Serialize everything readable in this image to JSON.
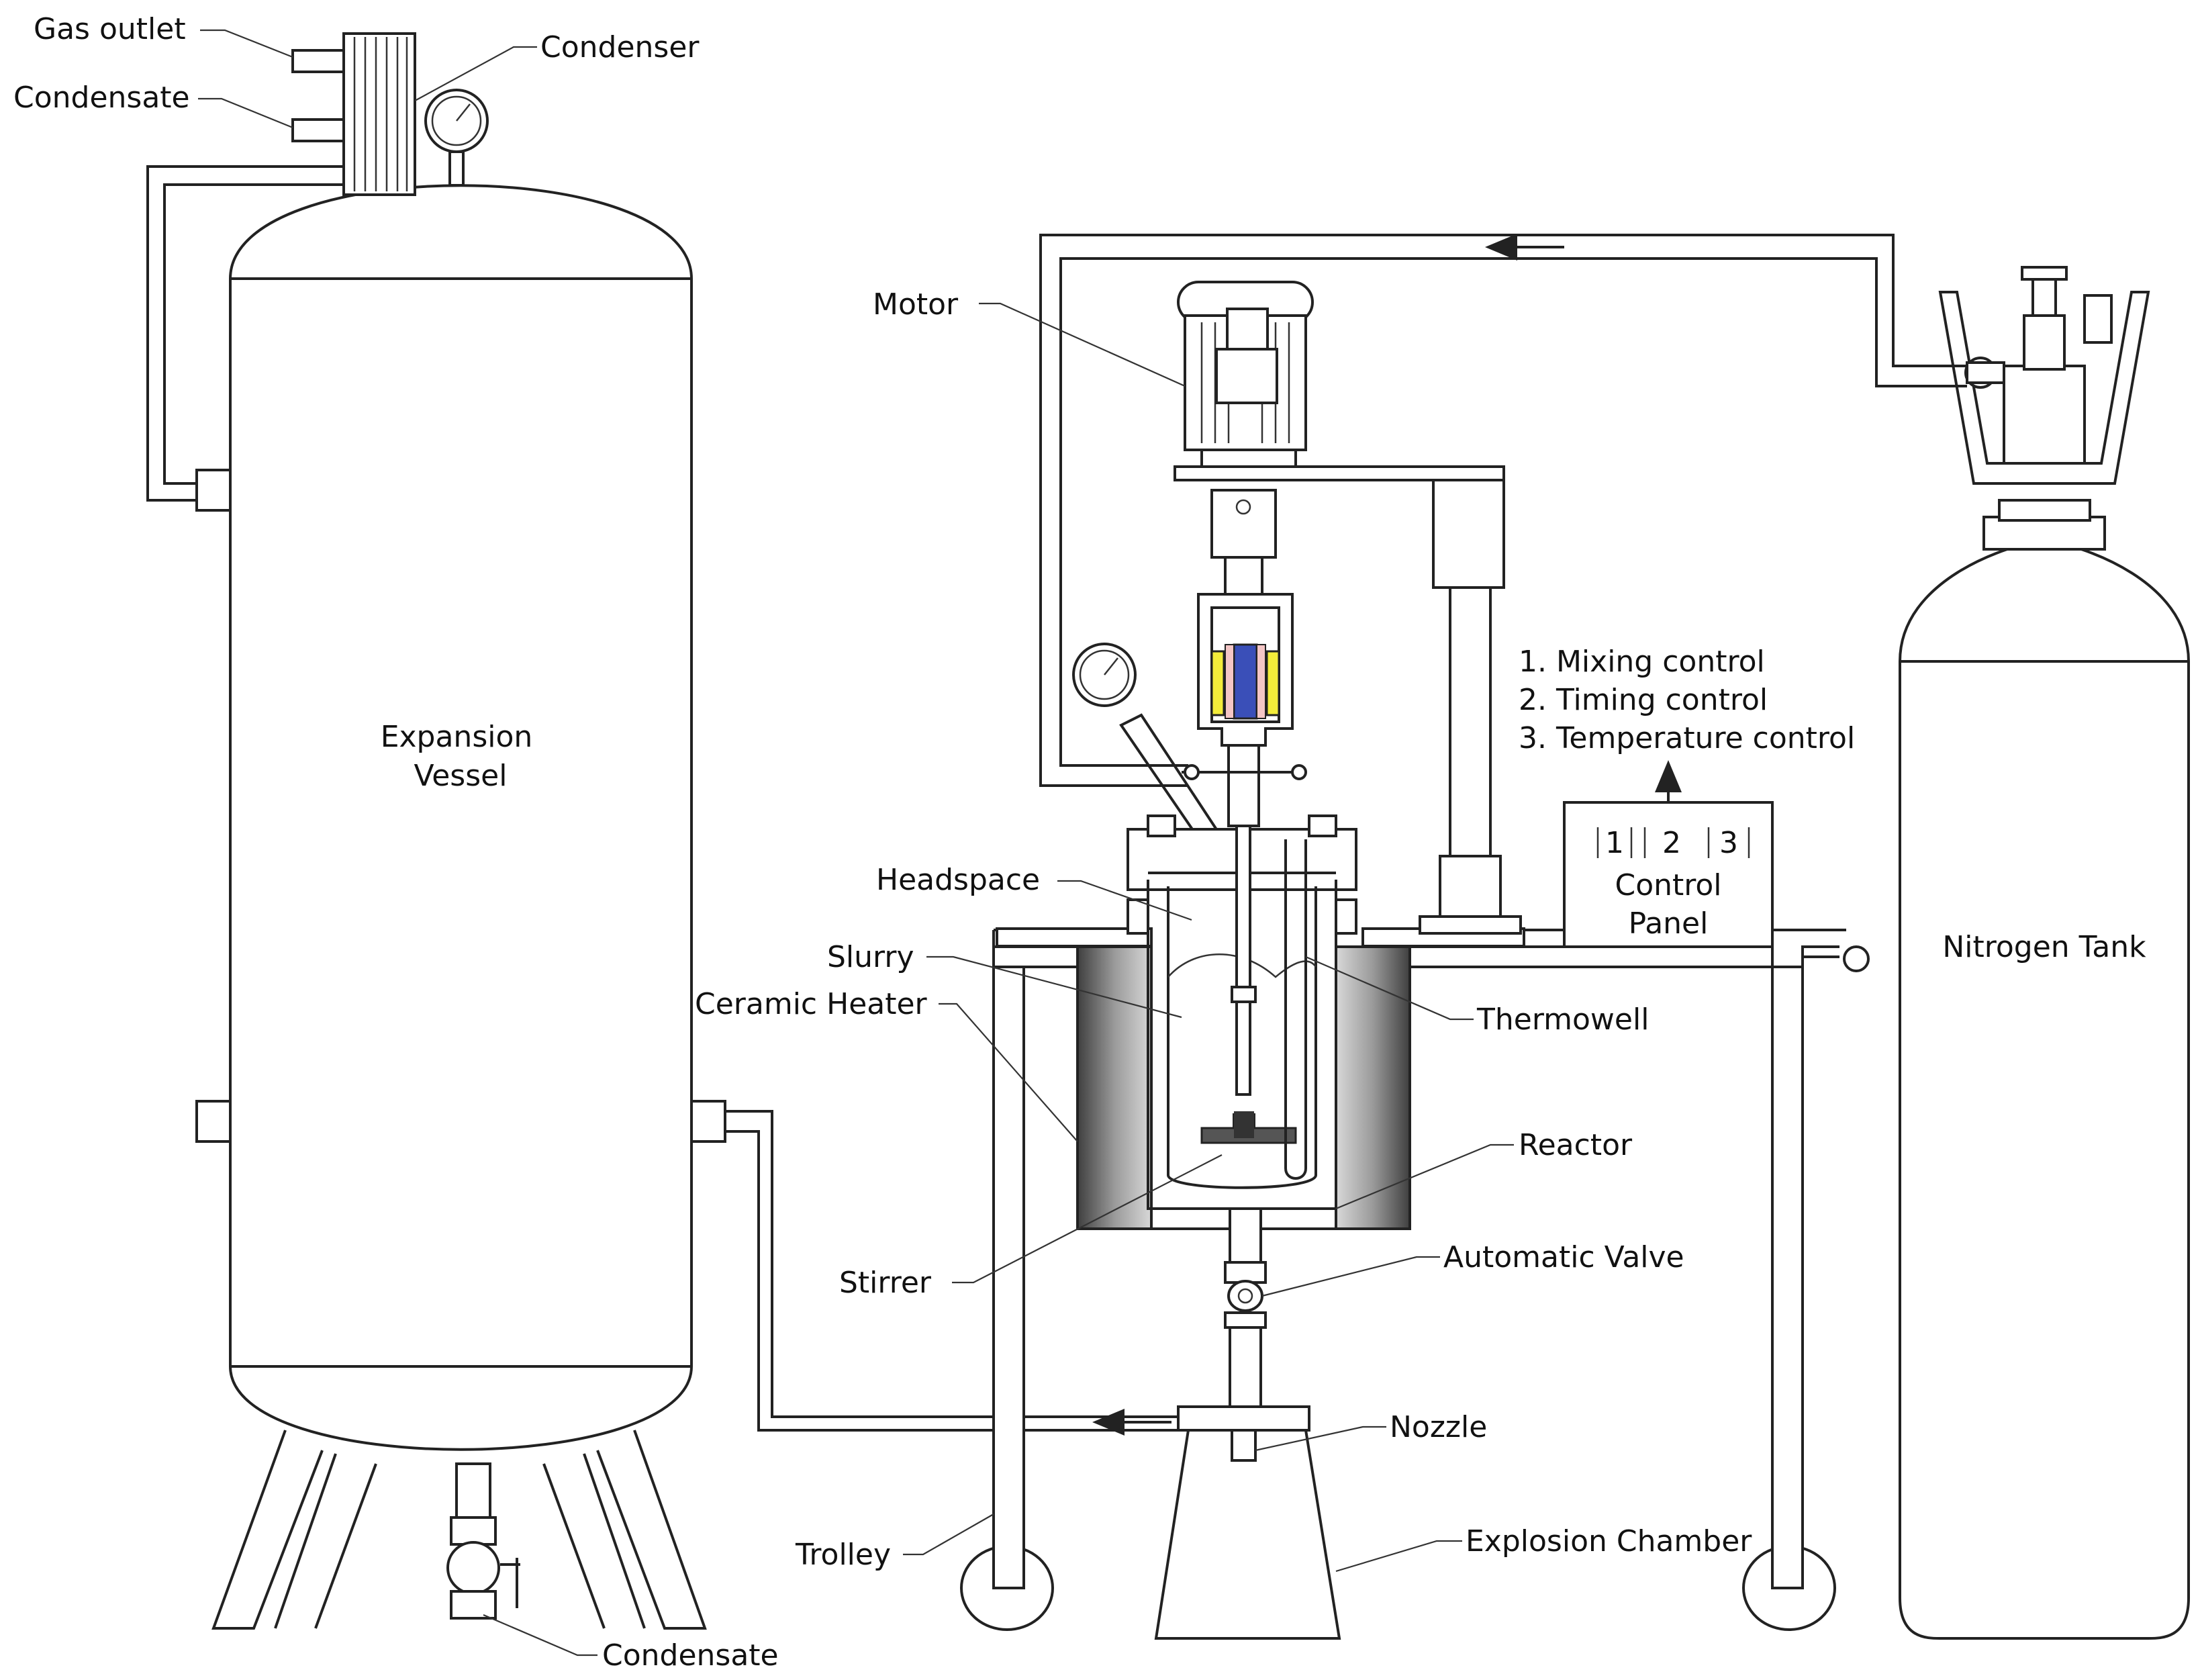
{
  "labels": {
    "gas_outlet": "Gas outlet",
    "condensate_top": "Condensate",
    "condenser": "Condenser",
    "expansion_vessel_line1": "Expansion",
    "expansion_vessel_line2": "Vessel",
    "condensate_bottom": "Condensate",
    "motor": "Motor",
    "headspace": "Headspace",
    "slurry": "Slurry",
    "ceramic_heater": "Ceramic Heater",
    "thermowell": "Thermowell",
    "reactor": "Reactor",
    "automatic_valve": "Automatic Valve",
    "stirrer": "Stirrer",
    "nozzle": "Nozzle",
    "trolley": "Trolley",
    "explosion_chamber": "Explosion Chamber",
    "nitrogen_tank": "Nitrogen Tank",
    "control_panel_line1": "Control",
    "control_panel_line2": "Panel"
  },
  "control_panel": {
    "buttons": [
      "1",
      "2",
      "3"
    ]
  },
  "control_list": [
    "1. Mixing control",
    "2. Timing control",
    "3. Temperature control"
  ],
  "colors": {
    "heater_dark": "#4a4a4a",
    "heater_light": "#d0d0d0",
    "coil_yellow": "#f3ec3a",
    "core_blue": "#3a4fb8",
    "core_pink": "#f4c6c6"
  }
}
